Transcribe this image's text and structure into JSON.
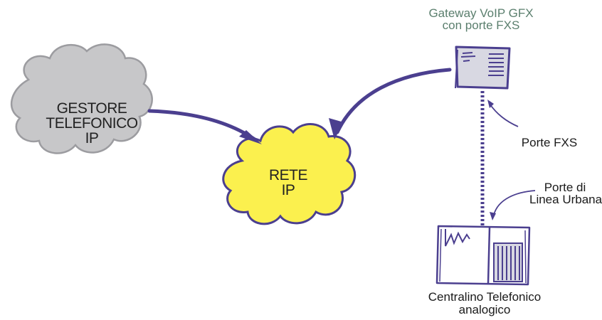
{
  "colors": {
    "accent": "#4b3f8f",
    "cloud_gray": "#c7c7c9",
    "cloud_yellow": "#fbf04e",
    "gateway_label": "#5b7f6e",
    "device_fill": "#d8d8e2"
  },
  "nodes": {
    "provider_cloud": {
      "line1": "GESTORE",
      "line2": "TELEFONICO",
      "line3": "IP"
    },
    "ip_network": {
      "line1": "RETE",
      "line2": "IP"
    },
    "gateway": {
      "line1": "Gateway VoIP GFX",
      "line2": "con porte FXS"
    },
    "fxs_ports": {
      "label": "Porte FXS"
    },
    "trunk_ports": {
      "line1": "Porte di",
      "line2": "Linea Urbana"
    },
    "pbx": {
      "line1": "Centralino Telefonico",
      "line2": "analogico"
    }
  },
  "icons": {
    "gateway": "gateway-device-icon",
    "pbx": "pbx-device-icon"
  }
}
